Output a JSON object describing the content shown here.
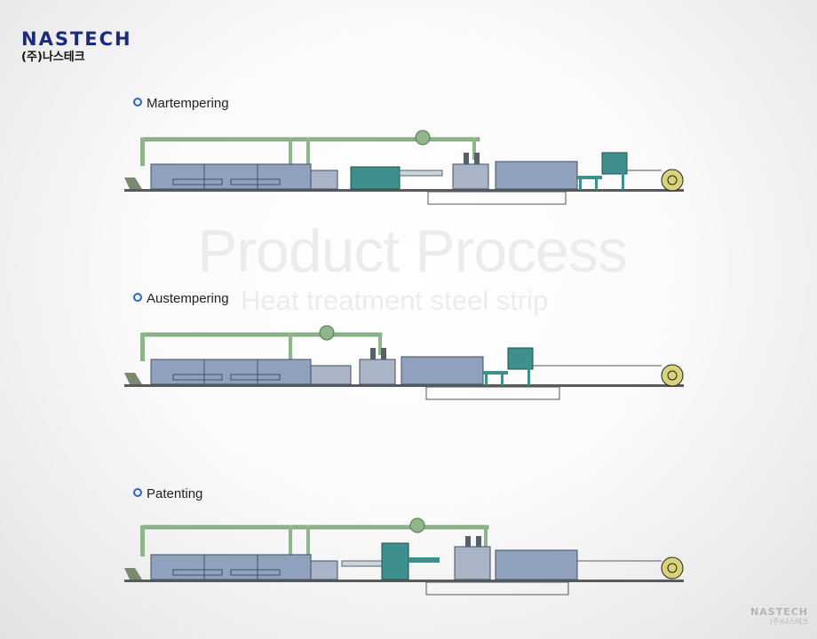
{
  "brand": {
    "logo": "NASTECH",
    "company_korean": "(주)나스테크"
  },
  "watermark": {
    "title": "Product Process",
    "subtitle": "Heat treatment steel strip"
  },
  "processes": [
    {
      "label": "Martempering"
    },
    {
      "label": "Austempering"
    },
    {
      "label": "Patenting"
    }
  ],
  "footer": {
    "logo": "NASTECH",
    "company_korean": "(주)나스테크"
  },
  "colors": {
    "brand_blue": "#1b2a7a",
    "bullet_blue": "#2866c9",
    "furnace_blue": "#8fa1bd",
    "pipe_green": "#8fb58a",
    "machine_teal": "#3f8f8c",
    "coil_yellow": "#d8d27a"
  }
}
